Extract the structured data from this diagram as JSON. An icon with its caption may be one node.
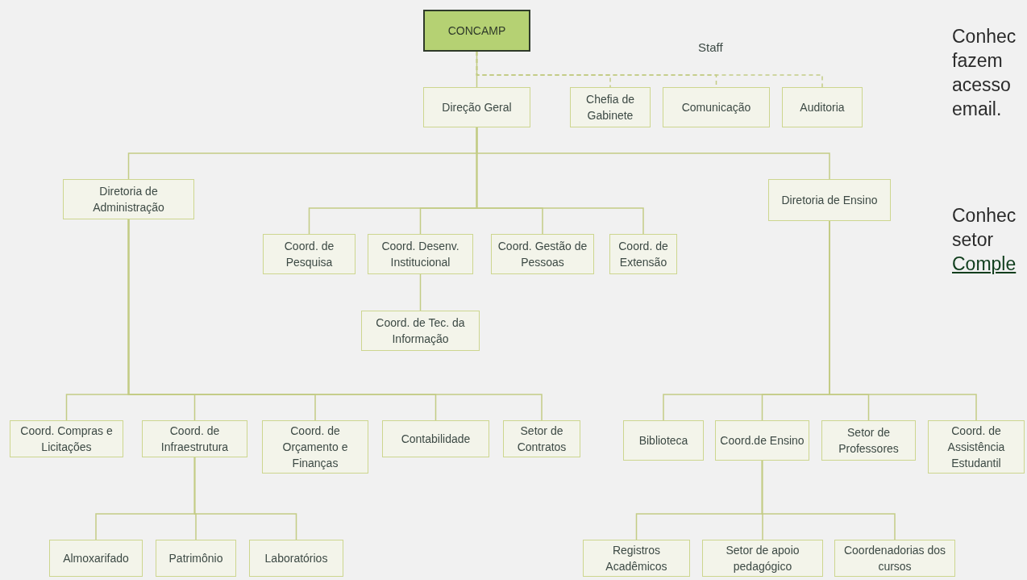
{
  "diagram": {
    "nodes": [
      {
        "text": [
          "CONCAMP"
        ]
      },
      {
        "text": [
          "Direção Geral"
        ]
      },
      {
        "text": [
          "Chefia de Gabinete"
        ]
      },
      {
        "text": [
          "Comunicação"
        ]
      },
      {
        "text": [
          "Auditoria"
        ]
      },
      {
        "text": [
          "Diretoria de Administração"
        ]
      },
      {
        "text": [
          "Coord. de Pesquisa"
        ]
      },
      {
        "text": [
          "Coord. Desenv. Institucional"
        ]
      },
      {
        "text": [
          "Coord. Gestão de Pessoas"
        ]
      },
      {
        "text": [
          "Coord. de Extensão"
        ]
      },
      {
        "text": [
          "Coord. de Tec. da Informação"
        ]
      },
      {
        "text": [
          "Diretoria de Ensino"
        ]
      },
      {
        "text": [
          "Coord. Compras e Licitações"
        ]
      },
      {
        "text": [
          "Coord. de Infraestrutura"
        ]
      },
      {
        "text": [
          "Coord. de Orçamento e Finanças"
        ]
      },
      {
        "text": [
          "Contabilidade"
        ]
      },
      {
        "text": [
          "Setor de Contratos"
        ]
      },
      {
        "text": [
          "Biblioteca"
        ]
      },
      {
        "text": [
          "Coord.de Ensino"
        ]
      },
      {
        "text": [
          "Setor de Professores"
        ]
      },
      {
        "text": [
          "Coord. de Assistência Estudantil"
        ]
      },
      {
        "text": [
          "Almoxarifado"
        ]
      },
      {
        "text": [
          "Patrimônio"
        ]
      },
      {
        "text": [
          "Laboratórios"
        ]
      },
      {
        "text": [
          "Registros Acadêmicos"
        ]
      },
      {
        "text": [
          "Setor de apoio pedagógico"
        ]
      },
      {
        "text": [
          "Coordenadorias dos cursos"
        ]
      }
    ],
    "edges": [
      {
        "from": 0,
        "to": 1,
        "arrow": "none"
      },
      {
        "from": 0,
        "to": 2,
        "arrow": "none",
        "style": "dashed"
      },
      {
        "from": 0,
        "to": 3,
        "arrow": "none",
        "style": "dashed"
      },
      {
        "from": 0,
        "to": 4,
        "arrow": "none",
        "style": "dashed"
      },
      {
        "from": 1,
        "to": 5,
        "arrow": "none"
      },
      {
        "from": 1,
        "to": 6,
        "arrow": "none"
      },
      {
        "from": 1,
        "to": 7,
        "arrow": "none"
      },
      {
        "from": 1,
        "to": 8,
        "arrow": "none"
      },
      {
        "from": 1,
        "to": 9,
        "arrow": "none"
      },
      {
        "from": 1,
        "to": 11,
        "arrow": "none"
      },
      {
        "from": 7,
        "to": 10,
        "arrow": "none"
      },
      {
        "from": 5,
        "to": 12,
        "arrow": "none"
      },
      {
        "from": 5,
        "to": 13,
        "arrow": "none"
      },
      {
        "from": 5,
        "to": 14,
        "arrow": "none"
      },
      {
        "from": 5,
        "to": 15,
        "arrow": "none"
      },
      {
        "from": 5,
        "to": 16,
        "arrow": "none"
      },
      {
        "from": 11,
        "to": 17,
        "arrow": "none"
      },
      {
        "from": 11,
        "to": 18,
        "arrow": "none"
      },
      {
        "from": 11,
        "to": 19,
        "arrow": "none"
      },
      {
        "from": 11,
        "to": 20,
        "arrow": "none"
      },
      {
        "from": 13,
        "to": 21,
        "arrow": "none"
      },
      {
        "from": 13,
        "to": 22,
        "arrow": "none"
      },
      {
        "from": 13,
        "to": 23,
        "arrow": "none"
      },
      {
        "from": 18,
        "to": 24,
        "arrow": "none"
      },
      {
        "from": 18,
        "to": 25,
        "arrow": "none"
      },
      {
        "from": 18,
        "to": 26,
        "arrow": "none"
      }
    ],
    "labels": [
      "Staff",
      "Conhec fazem acesso email.",
      "Conhec setor",
      "Comple"
    ]
  }
}
